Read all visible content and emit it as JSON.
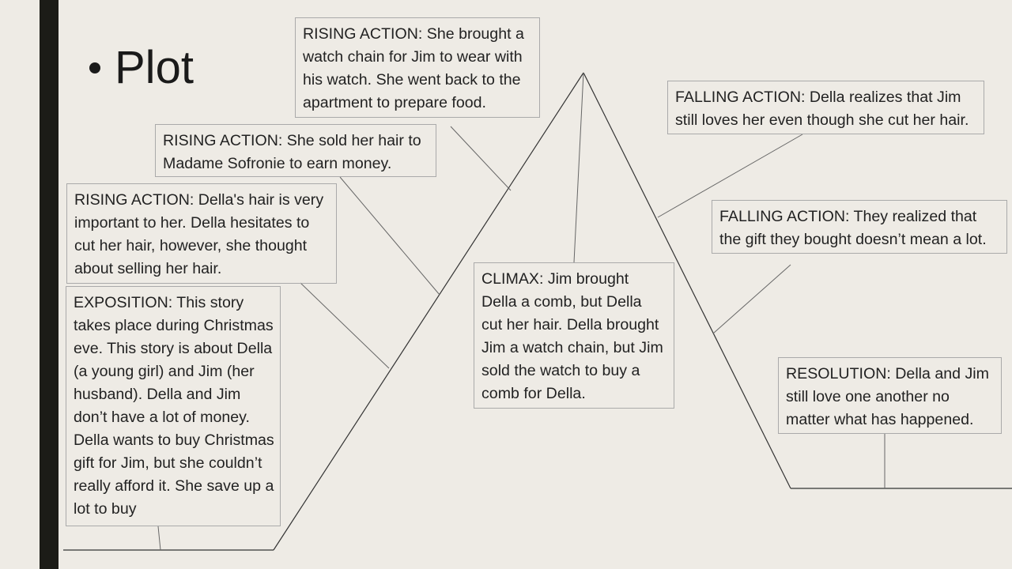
{
  "slide": {
    "title": "Plot",
    "accent_bar_color": "#1c1c17",
    "background_color": "#eeebe5"
  },
  "boxes": {
    "rising_action_1": "RISING ACTION: Della's hair is very important to her. Della hesitates to cut her hair, however, she thought about selling her hair.",
    "rising_action_2": "RISING ACTION: She sold her hair to Madame Sofronie to earn money.",
    "rising_action_3": "RISING ACTION: She brought a watch chain for Jim to wear with his watch. She went back to the apartment to prepare food.",
    "exposition": "EXPOSITION: This story takes place during Christmas eve. This story is about Della (a young girl) and Jim (her husband). Della and Jim don’t have a lot of money. Della wants to buy Christmas gift for Jim, but she couldn’t really afford it. She save up a lot to buy",
    "climax": "CLIMAX: Jim brought Della a comb, but Della cut her hair. Della brought Jim a watch chain, but Jim sold the watch to buy a comb for Della.",
    "falling_action_1": "FALLING ACTION: Della realizes that Jim still loves her even though she cut her hair.",
    "falling_action_2": "FALLING ACTION: They realized that the gift they bought doesn’t mean a lot.",
    "resolution": "RESOLUTION: Della and Jim still love one another no matter what has happened."
  }
}
